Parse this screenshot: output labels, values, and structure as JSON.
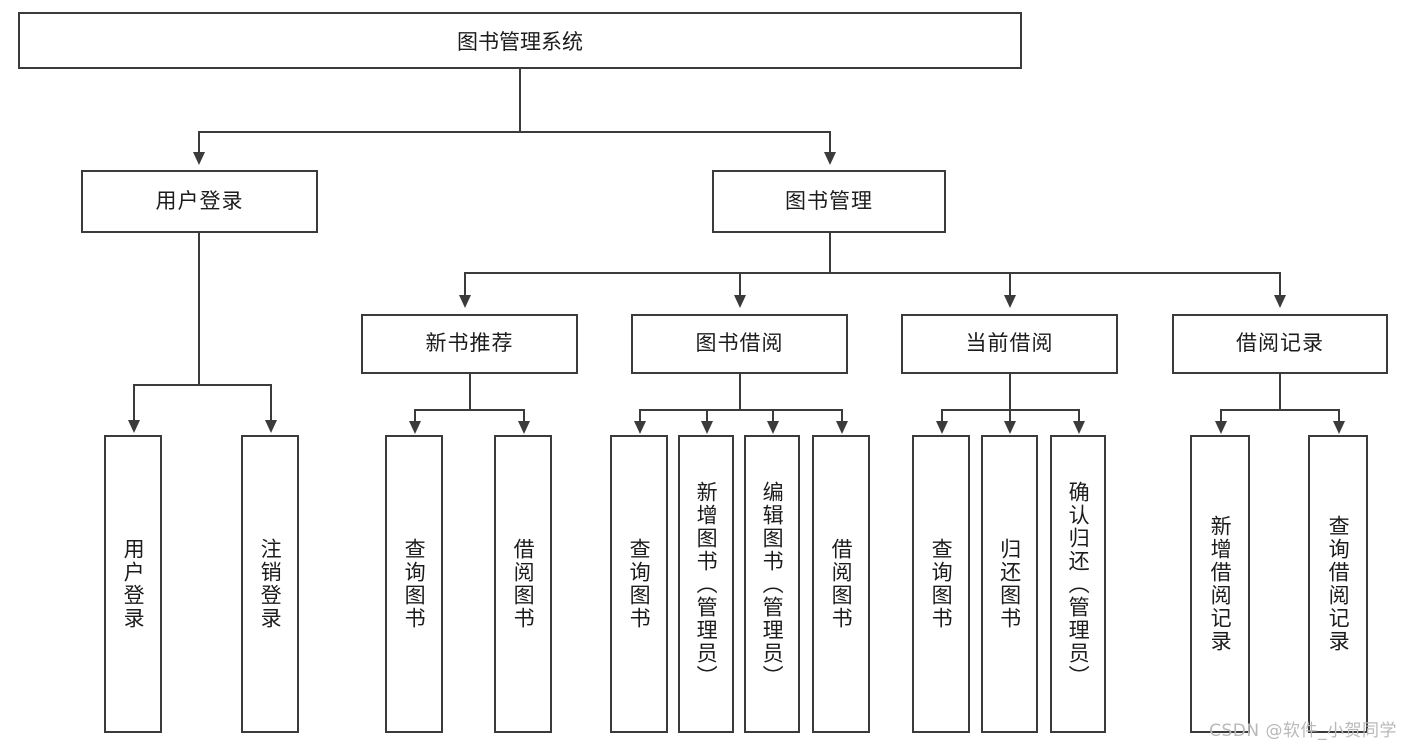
{
  "diagram": {
    "title_node": {
      "label": "图书管理系统"
    },
    "level2": [
      {
        "id": "user-login",
        "label": "用户登录"
      },
      {
        "id": "book-management",
        "label": "图书管理"
      }
    ],
    "level3": [
      {
        "id": "new-book-recommend",
        "label": "新书推荐"
      },
      {
        "id": "book-borrow",
        "label": "图书借阅"
      },
      {
        "id": "current-borrow",
        "label": "当前借阅"
      },
      {
        "id": "borrow-record",
        "label": "借阅记录"
      }
    ],
    "leaves": [
      {
        "id": "leaf-user-login",
        "label": "用户登录",
        "parent": "user-login"
      },
      {
        "id": "leaf-logout-login",
        "label": "注销登录",
        "parent": "user-login"
      },
      {
        "id": "leaf-query-book-1",
        "label": "查询图书",
        "parent": "new-book-recommend"
      },
      {
        "id": "leaf-borrow-book-1",
        "label": "借阅图书",
        "parent": "new-book-recommend"
      },
      {
        "id": "leaf-query-book-2",
        "label": "查询图书",
        "parent": "book-borrow"
      },
      {
        "id": "leaf-add-book",
        "label": "新增图书（管理员）",
        "parent": "book-borrow"
      },
      {
        "id": "leaf-edit-book",
        "label": "编辑图书（管理员）",
        "parent": "book-borrow"
      },
      {
        "id": "leaf-borrow-book-2",
        "label": "借阅图书",
        "parent": "book-borrow"
      },
      {
        "id": "leaf-query-book-3",
        "label": "查询图书",
        "parent": "current-borrow"
      },
      {
        "id": "leaf-return-book",
        "label": "归还图书",
        "parent": "current-borrow"
      },
      {
        "id": "leaf-confirm-return",
        "label": "确认归还（管理员）",
        "parent": "current-borrow"
      },
      {
        "id": "leaf-add-record",
        "label": "新增借阅记录",
        "parent": "borrow-record"
      },
      {
        "id": "leaf-query-record",
        "label": "查询借阅记录",
        "parent": "borrow-record"
      }
    ],
    "watermark": "CSDN @软件_小贺同学",
    "colors": {
      "stroke": "#3b3b3b",
      "text": "#1c1c1c",
      "background": "#ffffff",
      "watermark": "#b9b9b9"
    }
  }
}
